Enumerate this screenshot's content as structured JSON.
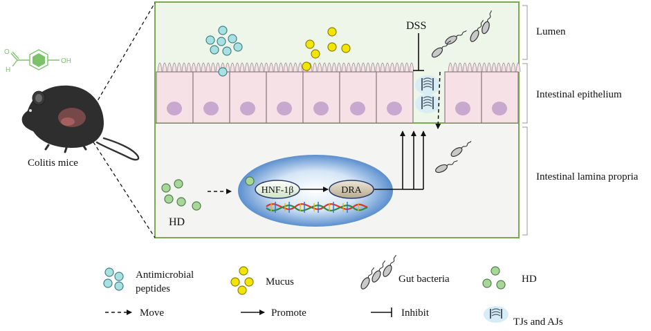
{
  "labels": {
    "dss": "DSS",
    "lumen": "Lumen",
    "epithelium": "Intestinal epithelium",
    "lamina": "Intestinal lamina propria",
    "colitis": "Colitis mice",
    "hd": "HD",
    "hnf": "HNF-1β",
    "dra": "DRA",
    "aldehyde_h": "H",
    "aldehyde_o": "O",
    "hydroxyl": "OH"
  },
  "legend": {
    "amp_line1": "Antimicrobial",
    "amp_line2": "peptides",
    "mucus": "Mucus",
    "bacteria": "Gut  bacteria",
    "hd": "HD",
    "move": "Move",
    "promote": "Promote",
    "inhibit": "Inhibit",
    "tjs": "TJs and AJs"
  },
  "colors": {
    "panel_border": "#7aaa4e",
    "lumen_bg": "#eef6ea",
    "lamina_bg": "#f4f4f3",
    "cell_fill": "#f6e2e6",
    "nucleus": "#c9a8cf",
    "amp": "#a9e0e2",
    "mucus": "#f2e600",
    "hd": "#a8d59a",
    "molecule": "#7cc26a"
  }
}
